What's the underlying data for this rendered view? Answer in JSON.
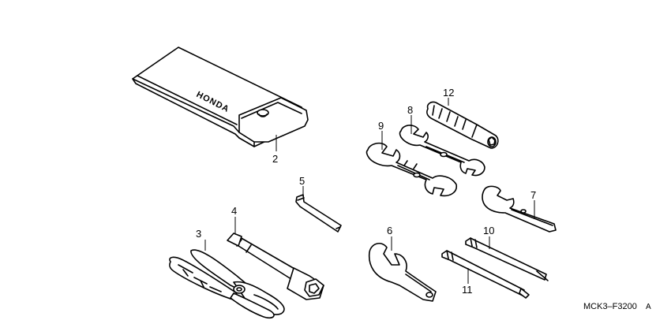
{
  "parts": [
    {
      "id": "1",
      "label": "",
      "name": "tool-bag"
    },
    {
      "id": "2",
      "label": "2",
      "name": "tool-bag"
    },
    {
      "id": "3",
      "label": "3",
      "name": "pliers"
    },
    {
      "id": "4",
      "label": "4",
      "name": "spark-plug-wrench"
    },
    {
      "id": "5",
      "label": "5",
      "name": "hex-key"
    },
    {
      "id": "6",
      "label": "6",
      "name": "pin-spanner"
    },
    {
      "id": "7",
      "label": "7",
      "name": "single-open-wrench"
    },
    {
      "id": "8",
      "label": "8",
      "name": "double-open-wrench-small"
    },
    {
      "id": "9",
      "label": "9",
      "name": "double-open-wrench-large"
    },
    {
      "id": "10",
      "label": "10",
      "name": "screwdriver-phillips"
    },
    {
      "id": "11",
      "label": "11",
      "name": "screwdriver-flat"
    },
    {
      "id": "12",
      "label": "12",
      "name": "screwdriver-handle"
    }
  ],
  "brand_text": "HONDA",
  "diagram_code": "MCK3–F3200",
  "diagram_suffix": "A"
}
